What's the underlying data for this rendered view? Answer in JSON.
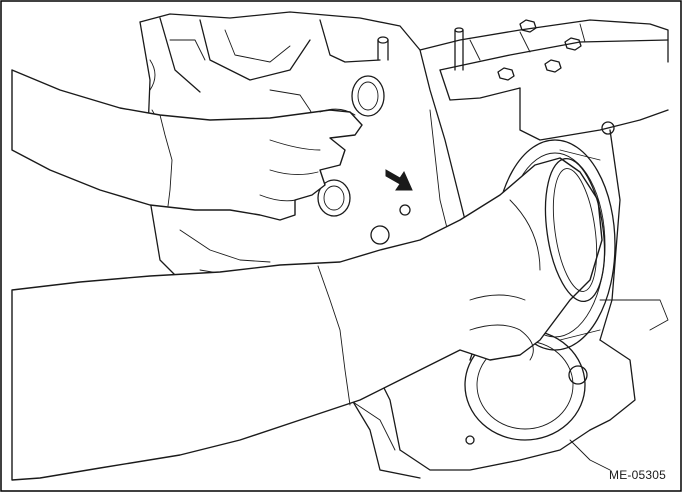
{
  "figure": {
    "code": "ME-05305",
    "colors": {
      "ink": "#1a1a1a",
      "paper": "#ffffff",
      "frame": "#000000"
    },
    "subjects": [
      "engine-block",
      "left-hand",
      "right-hand",
      "direction-arrow-icon",
      "seal-ring",
      "bolt-icon"
    ]
  }
}
